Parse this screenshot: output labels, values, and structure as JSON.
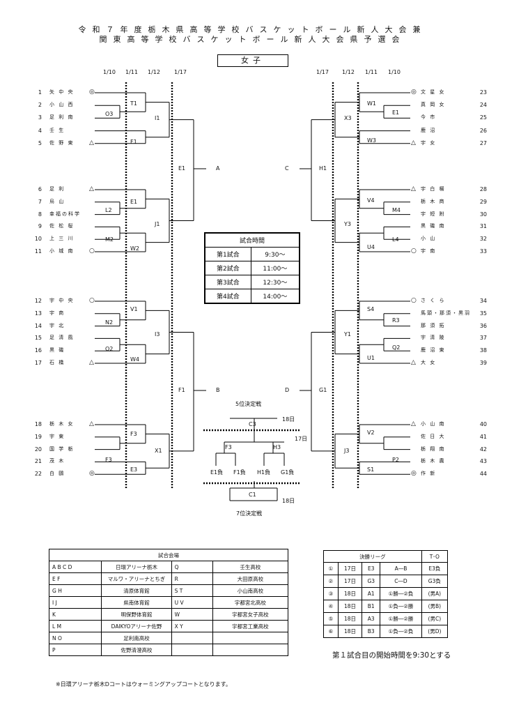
{
  "header": {
    "title1": "令和７年度栃木県高等学校バスケットボール新人大会兼",
    "title2": "関東高等学校バスケットボール新人大会県予選会",
    "division": "女子"
  },
  "dates": {
    "left": [
      "1/10",
      "1/11",
      "1/12",
      "1/17"
    ],
    "right": [
      "1/17",
      "1/12",
      "1/11",
      "1/10"
    ]
  },
  "left_teams": [
    {
      "no": "1",
      "name": "矢 中 央",
      "mark": "◎"
    },
    {
      "no": "2",
      "name": "小 山 西",
      "mark": ""
    },
    {
      "no": "3",
      "name": "足 利 南",
      "mark": ""
    },
    {
      "no": "4",
      "name": "壬   生",
      "mark": ""
    },
    {
      "no": "5",
      "name": "佐 野 東",
      "mark": "△"
    },
    {
      "no": "6",
      "name": "足   利",
      "mark": "△"
    },
    {
      "no": "7",
      "name": "烏   山",
      "mark": ""
    },
    {
      "no": "8",
      "name": "幸福の科学",
      "mark": ""
    },
    {
      "no": "9",
      "name": "佐 松 桜",
      "mark": ""
    },
    {
      "no": "10",
      "name": "上 三 川",
      "mark": ""
    },
    {
      "no": "11",
      "name": "小 城 南",
      "mark": "○"
    },
    {
      "no": "12",
      "name": "宇 中 央",
      "mark": "○"
    },
    {
      "no": "13",
      "name": "宇   商",
      "mark": ""
    },
    {
      "no": "14",
      "name": "宇   北",
      "mark": ""
    },
    {
      "no": "15",
      "name": "足 清 風",
      "mark": ""
    },
    {
      "no": "16",
      "name": "黒   磯",
      "mark": ""
    },
    {
      "no": "17",
      "name": "石   橋",
      "mark": "△"
    },
    {
      "no": "18",
      "name": "栃 木 女",
      "mark": "△"
    },
    {
      "no": "19",
      "name": "宇   東",
      "mark": ""
    },
    {
      "no": "20",
      "name": "国 学 栃",
      "mark": ""
    },
    {
      "no": "21",
      "name": "茂   木",
      "mark": ""
    },
    {
      "no": "22",
      "name": "白   鷗",
      "mark": "◎"
    }
  ],
  "right_teams": [
    {
      "no": "23",
      "name": "文 星 女",
      "mark": "◎"
    },
    {
      "no": "24",
      "name": "真 岡 女",
      "mark": ""
    },
    {
      "no": "25",
      "name": "今   市",
      "mark": ""
    },
    {
      "no": "26",
      "name": "鹿   沼",
      "mark": ""
    },
    {
      "no": "27",
      "name": "宇   女",
      "mark": "△"
    },
    {
      "no": "28",
      "name": "宇 白 楊",
      "mark": "△"
    },
    {
      "no": "29",
      "name": "栃 木 商",
      "mark": ""
    },
    {
      "no": "30",
      "name": "宇 短 附",
      "mark": ""
    },
    {
      "no": "31",
      "name": "黒 磯 南",
      "mark": ""
    },
    {
      "no": "32",
      "name": "小   山",
      "mark": ""
    },
    {
      "no": "33",
      "name": "宇   南",
      "mark": "○"
    },
    {
      "no": "34",
      "name": "さ く ら",
      "mark": "○"
    },
    {
      "no": "35",
      "name": "馬頭・那須・黒羽",
      "mark": ""
    },
    {
      "no": "36",
      "name": "那 須 拓",
      "mark": ""
    },
    {
      "no": "37",
      "name": "宇 清 陵",
      "mark": ""
    },
    {
      "no": "38",
      "name": "鹿 沼 東",
      "mark": ""
    },
    {
      "no": "39",
      "name": "大   女",
      "mark": "△"
    },
    {
      "no": "40",
      "name": "小 山 南",
      "mark": "△"
    },
    {
      "no": "41",
      "name": "佐 日 大",
      "mark": ""
    },
    {
      "no": "42",
      "name": "栃 翔 南",
      "mark": ""
    },
    {
      "no": "43",
      "name": "栃 木 農",
      "mark": ""
    },
    {
      "no": "44",
      "name": "作   新",
      "mark": "◎"
    }
  ],
  "game_labels": {
    "l_r1": [
      "O3",
      "L2",
      "M2",
      "N2",
      "O2",
      "F3"
    ],
    "l_r2": [
      "T1",
      "F1",
      "E1",
      "W2",
      "V1",
      "W4",
      "F3",
      "E3"
    ],
    "l_r3": [
      "I1",
      "J1",
      "I3",
      "X1"
    ],
    "l_r4": [
      "E1",
      "F1"
    ],
    "r_r1": [
      "E1",
      "M4",
      "L4",
      "R3",
      "Q2",
      "P2"
    ],
    "r_r2": [
      "W1",
      "W3",
      "V4",
      "U4",
      "S4",
      "U1",
      "V2",
      "S1"
    ],
    "r_r3": [
      "X3",
      "Y3",
      "Y1",
      "J3"
    ],
    "r_r4": [
      "H1",
      "G1"
    ],
    "slots": [
      "A",
      "B",
      "C",
      "D"
    ]
  },
  "schedule": {
    "title": "試合時間",
    "rows": [
      [
        "第1試合",
        "9:30〜"
      ],
      [
        "第2試合",
        "11:00〜"
      ],
      [
        "第3試合",
        "12:30〜"
      ],
      [
        "第4試合",
        "14:00〜"
      ]
    ]
  },
  "placement": {
    "fifth_title": "5位決定戦",
    "c3": "C3",
    "d18a": "18日",
    "d17": "17日",
    "f3": "F3",
    "h3": "H3",
    "losers": [
      "E1負",
      "F1負",
      "H1負",
      "G1負"
    ],
    "c1": "C1",
    "d18b": "18日",
    "seventh_title": "7位決定戦"
  },
  "venues": {
    "title": "試合会場",
    "left": [
      [
        "A B C D",
        "日環アリーナ栃木"
      ],
      [
        "E F",
        "マルワ・アリーナとちぎ"
      ],
      [
        "G H",
        "清原体育館"
      ],
      [
        "I J",
        "県南体育館"
      ],
      [
        "K",
        "明保野体育館"
      ],
      [
        "L M",
        "DAIKYOアリーナ佐野"
      ],
      [
        "N O",
        "足利南高校"
      ],
      [
        "P",
        "佐野清澄高校"
      ]
    ],
    "right": [
      [
        "Q",
        "壬生高校"
      ],
      [
        "R",
        "大田原高校"
      ],
      [
        "S T",
        "小山南高校"
      ],
      [
        "U V",
        "宇都宮北高校"
      ],
      [
        "W",
        "宇都宮女子高校"
      ],
      [
        "X Y",
        "宇都宮工業高校"
      ],
      [
        "",
        ""
      ],
      [
        "",
        ""
      ]
    ],
    "note": "※日環アリーナ栃木Dコートはウォーミングアップコートとなります。"
  },
  "league": {
    "title": "決勝リーグ",
    "to": "T･O",
    "rows": [
      [
        "①",
        "17日",
        "E3",
        "A―B",
        "E3負"
      ],
      [
        "②",
        "17日",
        "G3",
        "C―D",
        "G3負"
      ],
      [
        "③",
        "18日",
        "A1",
        "①勝―②負",
        "(男A)"
      ],
      [
        "④",
        "18日",
        "B1",
        "①負―②勝",
        "(男B)"
      ],
      [
        "⑤",
        "18日",
        "A3",
        "①勝―②勝",
        "(男C)"
      ],
      [
        "⑥",
        "18日",
        "B3",
        "①負―②負",
        "(男D)"
      ]
    ],
    "note": "第１試合目の開始時間を9:30とする"
  }
}
